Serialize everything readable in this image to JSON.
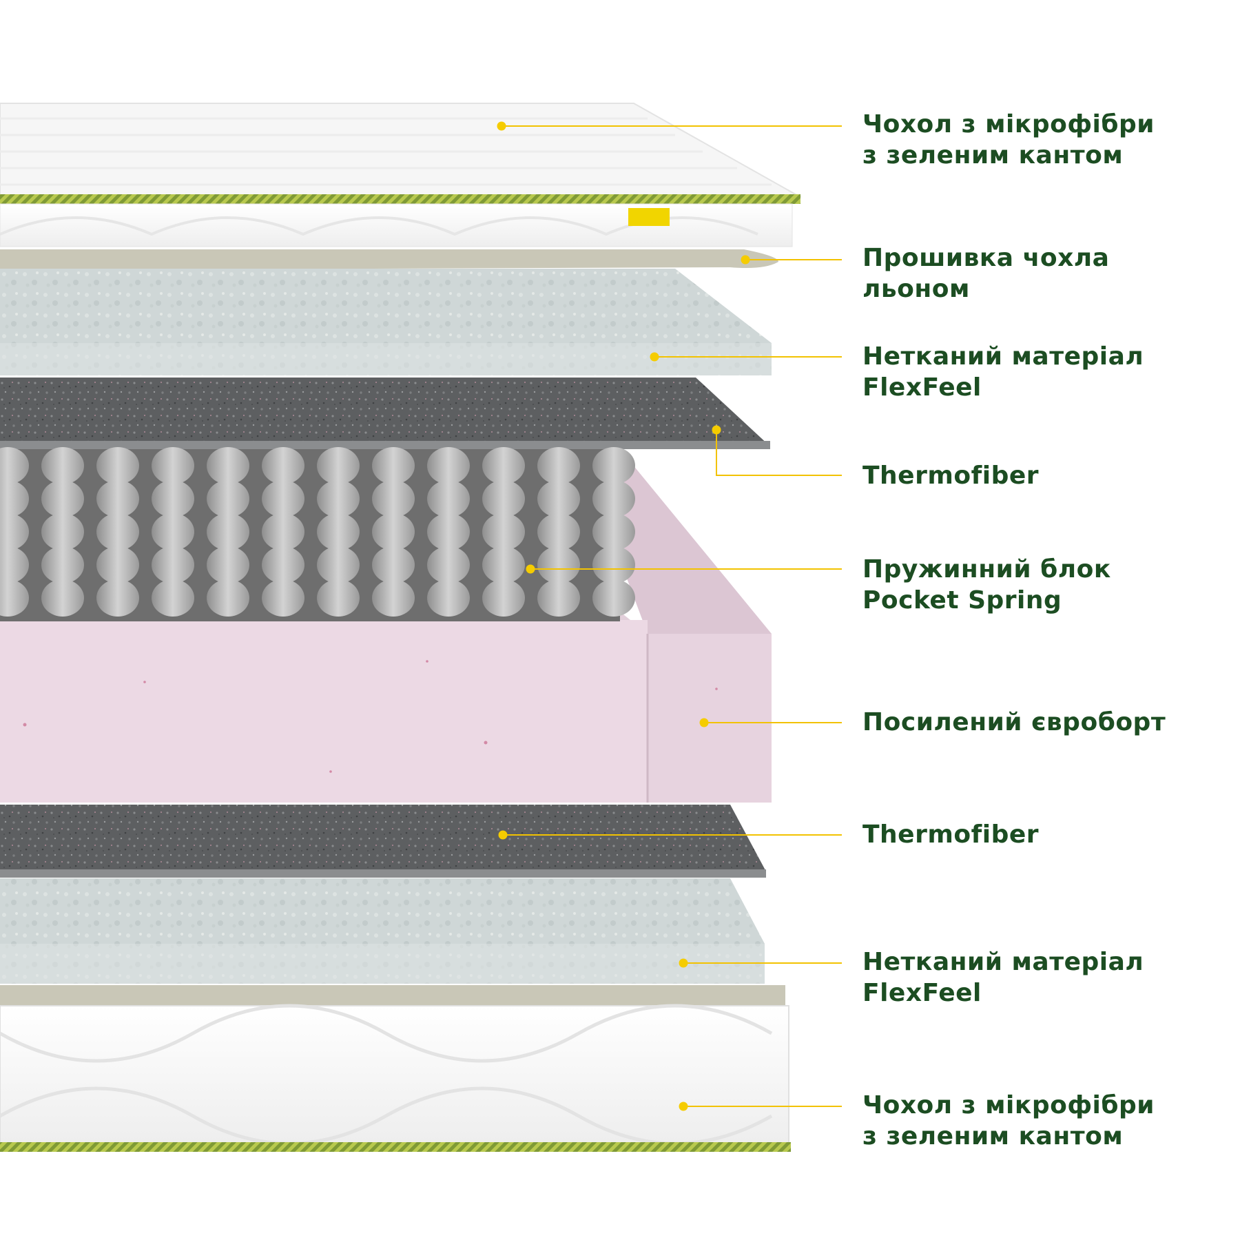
{
  "theme": {
    "label_color": "#1c4d22",
    "leader_color": "#f2c200",
    "dot_color": "#f5cc00",
    "cover_color": "#ffffff",
    "linen_color": "#c9c7b7",
    "flexfeel_color": "#cdd6d6",
    "thermofiber_color": "#5a5c5e",
    "spring_color": "#bcbcbc",
    "foam_color": "#ecd9e4",
    "piping_colors": [
      "#b8c94e",
      "#7f9a36"
    ],
    "tag_color": "#f1d500"
  },
  "layers": [
    {
      "id": "top-cover",
      "icon": "microfiber-cover-icon",
      "lines": [
        "Чохол з мікрофібри",
        "з зеленим кантом"
      ]
    },
    {
      "id": "linen-stitching",
      "icon": "linen-layer-icon",
      "lines": [
        "Прошивка чохла",
        "льоном"
      ]
    },
    {
      "id": "flexfeel-top",
      "icon": "flexfeel-layer-icon",
      "lines": [
        "Нетканий матеріал",
        "FlexFeel"
      ]
    },
    {
      "id": "thermofiber-top",
      "icon": "thermofiber-layer-icon",
      "lines": [
        "Thermofiber"
      ]
    },
    {
      "id": "pocket-spring",
      "icon": "spring-block-icon",
      "lines": [
        "Пружинний блок",
        "Pocket Spring"
      ]
    },
    {
      "id": "euro-border",
      "icon": "euro-border-icon",
      "lines": [
        "Посилений євроборт"
      ]
    },
    {
      "id": "thermofiber-bottom",
      "icon": "thermofiber-layer-icon",
      "lines": [
        "Thermofiber"
      ]
    },
    {
      "id": "flexfeel-bottom",
      "icon": "flexfeel-layer-icon",
      "lines": [
        "Нетканий матеріал",
        "FlexFeel"
      ]
    },
    {
      "id": "bottom-cover",
      "icon": "microfiber-cover-icon",
      "lines": [
        "Чохол з мікрофібри",
        "з зеленим кантом"
      ]
    }
  ]
}
